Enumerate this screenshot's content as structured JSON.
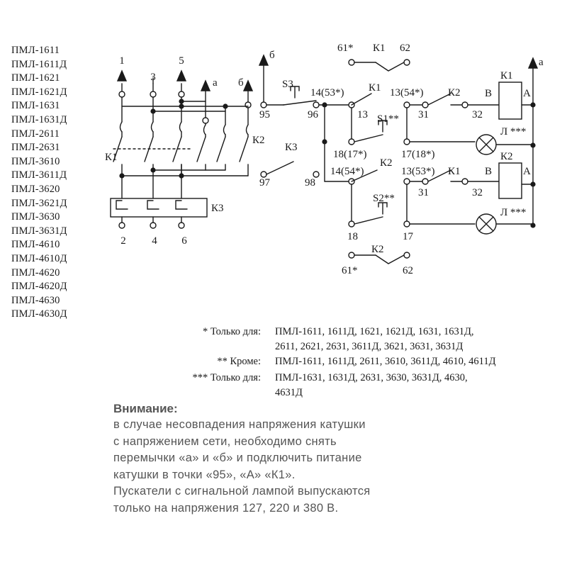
{
  "models": [
    "ПМЛ-1611",
    "ПМЛ-1611Д",
    "ПМЛ-1621",
    "ПМЛ-1621Д",
    "ПМЛ-1631",
    "ПМЛ-1631Д",
    "ПМЛ-2611",
    "ПМЛ-2631",
    "ПМЛ-3610",
    "ПМЛ-3611Д",
    "ПМЛ-3620",
    "ПМЛ-3621Д",
    "ПМЛ-3630",
    "ПМЛ-3631Д",
    "ПМЛ-4610",
    "ПМЛ-4610Д",
    "ПМЛ-4620",
    "ПМЛ-4620Д",
    "ПМЛ-4630",
    "ПМЛ-4630Д"
  ],
  "diagram": {
    "terminals_top": [
      "1",
      "3",
      "5",
      "а",
      "б"
    ],
    "terminals_bottom": [
      "2",
      "4",
      "6"
    ],
    "labels": {
      "k1_power": "К1",
      "k2_power": "К2",
      "k3_relay": "К3",
      "b_top": "б",
      "a_top": "а",
      "n95": "95",
      "s3": "S3",
      "n96": "96",
      "n14_53": "14(53*)",
      "k1_contact": "К1",
      "n13": "13",
      "n13_54": "13(54*)",
      "k2_contact": "К2",
      "n31a": "31",
      "n32a": "32",
      "coil_k1": "К1",
      "coil_k1_b": "В",
      "coil_k1_a": "А",
      "s1": "S1**",
      "lamp1": "Л ***",
      "k3_contact": "К3",
      "n97": "97",
      "n98": "98",
      "n18_17": "18(17*)",
      "n17_18": "17(18*)",
      "n14_54": "14(54*)",
      "k2_contact2": "К2",
      "n13_53": "13(53*)",
      "k1_contact2": "К1",
      "n31b": "31",
      "n32b": "32",
      "coil_k2": "К2",
      "coil_k2_b": "В",
      "coil_k2_a": "А",
      "s2": "S2**",
      "lamp2": "Л ***",
      "n18": "18",
      "n17": "17",
      "n61_top": "61*",
      "k1_aux": "К1",
      "n62_top": "62",
      "n61_bot": "61*",
      "k2_aux": "К2",
      "n62_bot": "62"
    }
  },
  "notes": [
    {
      "label": "* Только для:",
      "lines": [
        "ПМЛ-1611, 1611Д, 1621, 1621Д, 1631, 1631Д,",
        "2611, 2621, 2631, 3611Д, 3621, 3631, 3631Д"
      ]
    },
    {
      "label": "** Кроме:",
      "lines": [
        "ПМЛ-1611, 1611Д, 2611, 3610, 3611Д, 4610, 4611Д"
      ]
    },
    {
      "label": "*** Только для:",
      "lines": [
        "ПМЛ-1631, 1631Д, 2631, 3630, 3631Д, 4630,",
        "4631Д"
      ]
    }
  ],
  "warning": {
    "title": "Внимание:",
    "lines": [
      "в случае несовпадения напряжения катушки",
      "с напряжением сети, необходимо снять",
      "перемычки «а» и «б» и подключить питание",
      "катушки в точки «95», «А» «К1».",
      "Пускатели с сигнальной лампой выпускаются",
      "только на напряжения 127, 220 и 380 В."
    ]
  }
}
